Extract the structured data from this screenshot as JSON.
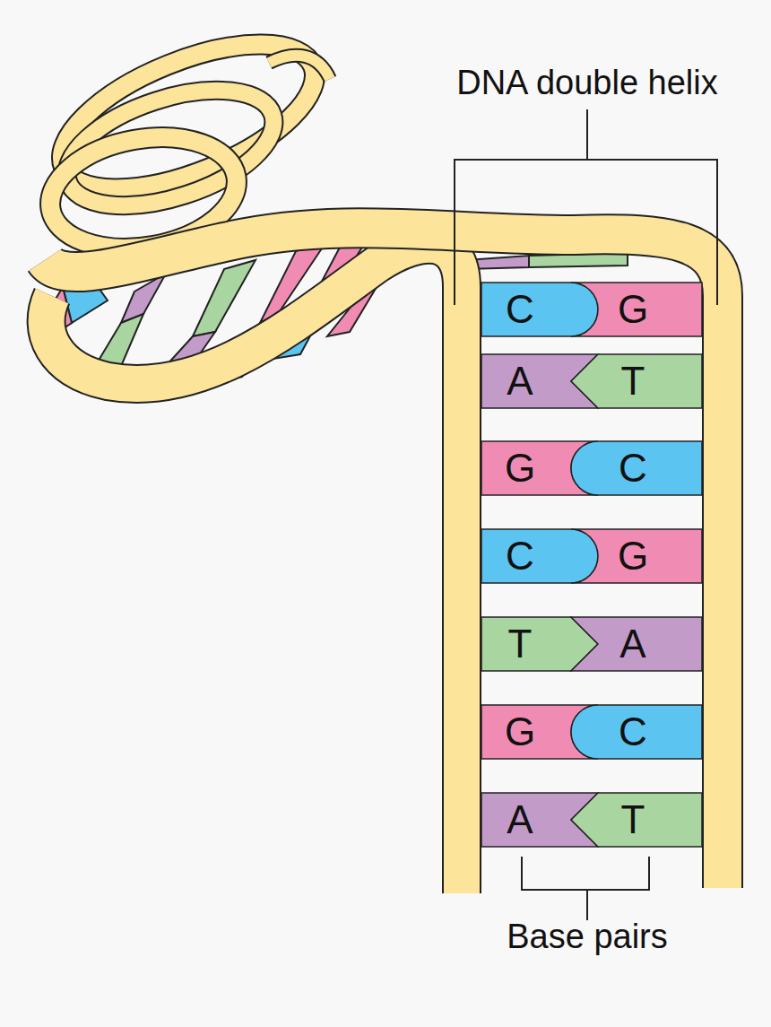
{
  "diagram": {
    "nodes": [
      {
        "text": [
          "C"
        ]
      },
      {
        "text": [
          "G"
        ]
      },
      {
        "text": [
          "A"
        ]
      },
      {
        "text": [
          "T"
        ]
      },
      {
        "text": [
          "G"
        ]
      },
      {
        "text": [
          "C"
        ]
      },
      {
        "text": [
          "C"
        ]
      },
      {
        "text": [
          "G"
        ]
      },
      {
        "text": [
          "T"
        ]
      },
      {
        "text": [
          "A"
        ]
      },
      {
        "text": [
          "G"
        ]
      },
      {
        "text": [
          "C"
        ]
      },
      {
        "text": [
          "A"
        ]
      },
      {
        "text": [
          "T"
        ]
      }
    ],
    "labels": [
      "DNA double helix",
      "Base pairs"
    ]
  }
}
